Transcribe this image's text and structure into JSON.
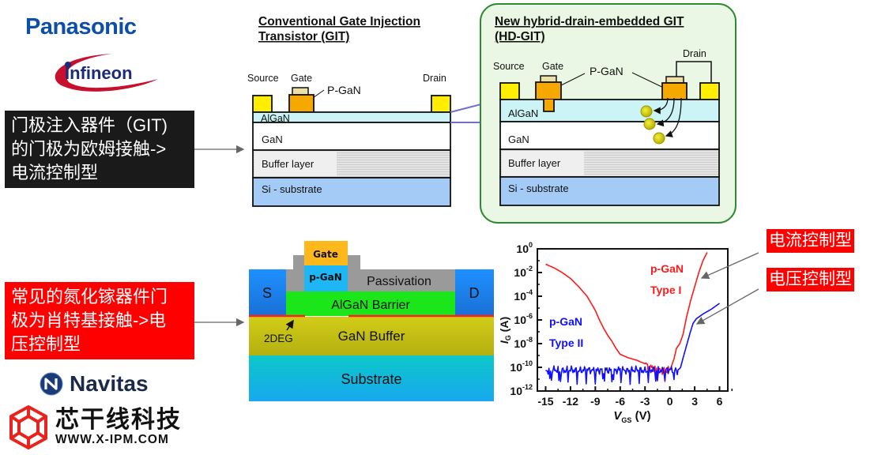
{
  "logos": {
    "panasonic": "Panasonic",
    "infineon": "Infineon",
    "navitas": "Navitas",
    "xpm_cn": "芯干线科技",
    "xpm_url": "WWW.X-IPM.COM"
  },
  "callouts": {
    "git_ohmic": [
      "门极注入器件（GIT)",
      "的门极为欧姆接触->",
      "电流控制型"
    ],
    "schottky": [
      "常见的氮化镓器件门",
      "极为肖特基接触->电",
      "压控制型"
    ],
    "current_type": "电流控制型",
    "voltage_type": "电压控制型"
  },
  "conventional_git": {
    "title_line1": "Conventional Gate Injection",
    "title_line2": "Transistor (GIT)",
    "labels": {
      "source": "Source",
      "gate": "Gate",
      "drain": "Drain",
      "pgan": "P-GaN",
      "algan": "AlGaN",
      "gan": "GaN",
      "buffer": "Buffer layer",
      "substrate": "Si - substrate"
    }
  },
  "hd_git": {
    "title_line1": "New hybrid-drain-embedded GIT",
    "title_line2": "(HD-GIT)",
    "labels": {
      "source": "Source",
      "gate": "Gate",
      "drain": "Drain",
      "pgan": "P-GaN",
      "algan": "AlGaN",
      "gan": "GaN",
      "buffer": "Buffer layer",
      "substrate": "Si - substrate"
    }
  },
  "schottky_hemt": {
    "labels": {
      "gate": "Gate",
      "pgan": "p-GaN",
      "passivation": "Passivation",
      "source": "S",
      "drain": "D",
      "barrier": "AlGaN Barrier",
      "twodeg": "2DEG",
      "buffer": "GaN Buffer",
      "substrate": "Substrate"
    }
  },
  "colors": {
    "type1": "#ff1a1a",
    "type2": "#1010ff",
    "callout_red": "#ff0000",
    "callout_black": "#1a1a1a",
    "panel_green_border": "#2e8b2e",
    "panel_green_fill": "#eaf7e4"
  },
  "chart_data": {
    "type": "line",
    "title": "",
    "xlabel": "VGS (V)",
    "ylabel": "IG (A)",
    "yscale": "log",
    "xlim": [
      -16,
      7
    ],
    "ylim_exp": [
      -12,
      0
    ],
    "xticks": [
      -15,
      -12,
      -9,
      -6,
      -3,
      0,
      3,
      6
    ],
    "xtick_labels": [
      "-15",
      "-12",
      "-9",
      "-6",
      "-3",
      "0",
      "3",
      "6"
    ],
    "yticks_exp": [
      0,
      -2,
      -4,
      -6,
      -8,
      -10,
      -12
    ],
    "ytick_labels": [
      "10^0",
      "10^-2",
      "10^-4",
      "10^-6",
      "10^-8",
      "10^-10",
      "10^-12"
    ],
    "series": [
      {
        "name": "p-GaN Type I",
        "label_line1": "p-GaN",
        "label_line2": "Type I",
        "x": [
          -15,
          -14,
          -13,
          -12,
          -11,
          -10,
          -9.5,
          -9,
          -8.5,
          -8,
          -7.5,
          -7,
          -6.5,
          -6,
          -5,
          -4,
          -3,
          -2,
          -1,
          0,
          0.2,
          0.5,
          0.8,
          1.2,
          1.6,
          2,
          2.5,
          3,
          3.5,
          4,
          4.5
        ],
        "log10_y": [
          -1.3,
          -1.6,
          -2.0,
          -2.5,
          -3.2,
          -4.0,
          -4.6,
          -5.2,
          -6.0,
          -6.7,
          -7.3,
          -7.8,
          -8.4,
          -8.9,
          -9.2,
          -9.4,
          -9.7,
          -10.1,
          -10.3,
          -10.2,
          -9.9,
          -9.3,
          -8.4,
          -8.0,
          -7.2,
          -5.8,
          -4.4,
          -3.2,
          -2.0,
          -1.0,
          -0.3
        ]
      },
      {
        "name": "p-GaN Type II",
        "label_line1": "p-GaN",
        "label_line2": "Type II",
        "x": [
          -15,
          -14,
          -13,
          -12,
          -11,
          -10,
          -9,
          -8,
          -7,
          -6,
          -5,
          -4,
          -3,
          -2,
          -1,
          0,
          1.0,
          1.3,
          1.6,
          2.0,
          2.4,
          2.8,
          3.2,
          4,
          5,
          6
        ],
        "log10_y": [
          -10.3,
          -10.2,
          -10.3,
          -10.2,
          -10.3,
          -10.2,
          -10.3,
          -10.2,
          -10.3,
          -10.2,
          -10.3,
          -10.2,
          -10.3,
          -10.2,
          -10.3,
          -10.2,
          -10.3,
          -10.0,
          -9.2,
          -8.2,
          -7.2,
          -6.3,
          -5.9,
          -5.5,
          -5.1,
          -4.6
        ]
      }
    ]
  }
}
